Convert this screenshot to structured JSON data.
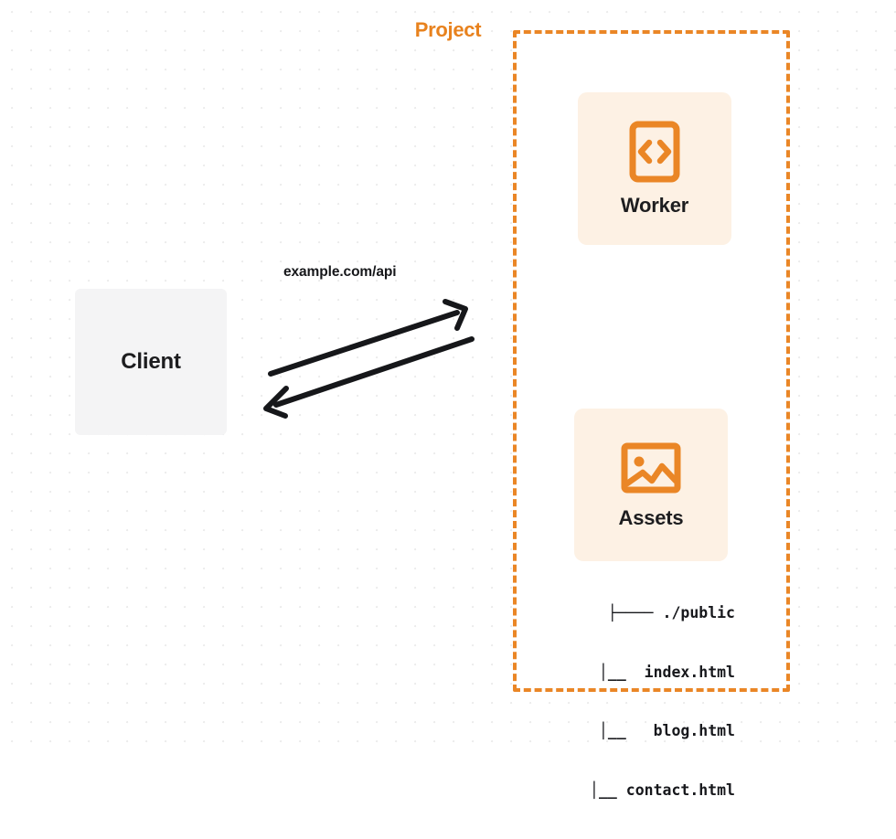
{
  "diagram": {
    "title": "Client to Project (Worker + Assets) request flow",
    "background": {
      "style": "dot-grid",
      "dot_color": "#ececec",
      "page_color": "#ffffff"
    },
    "colors": {
      "accent_orange": "#ea8626",
      "title_orange": "#e8821e",
      "card_bg": "#fdf1e4",
      "client_bg": "#f4f4f5",
      "text_dark": "#1d1d1f",
      "arrow_stroke": "#16171a"
    },
    "client": {
      "label": "Client"
    },
    "edge": {
      "label": "example.com/api",
      "direction": "bidirectional"
    },
    "project": {
      "title": "Project",
      "border_style": "dashed",
      "services": [
        {
          "id": "worker",
          "label": "Worker",
          "icon": "code-brackets-icon"
        },
        {
          "id": "assets",
          "label": "Assets",
          "icon": "image-icon"
        }
      ],
      "file_tree": [
        "├──── ./public",
        "     │__  index.html",
        "     │__   blog.html",
        "     │__ contact.html"
      ]
    }
  }
}
